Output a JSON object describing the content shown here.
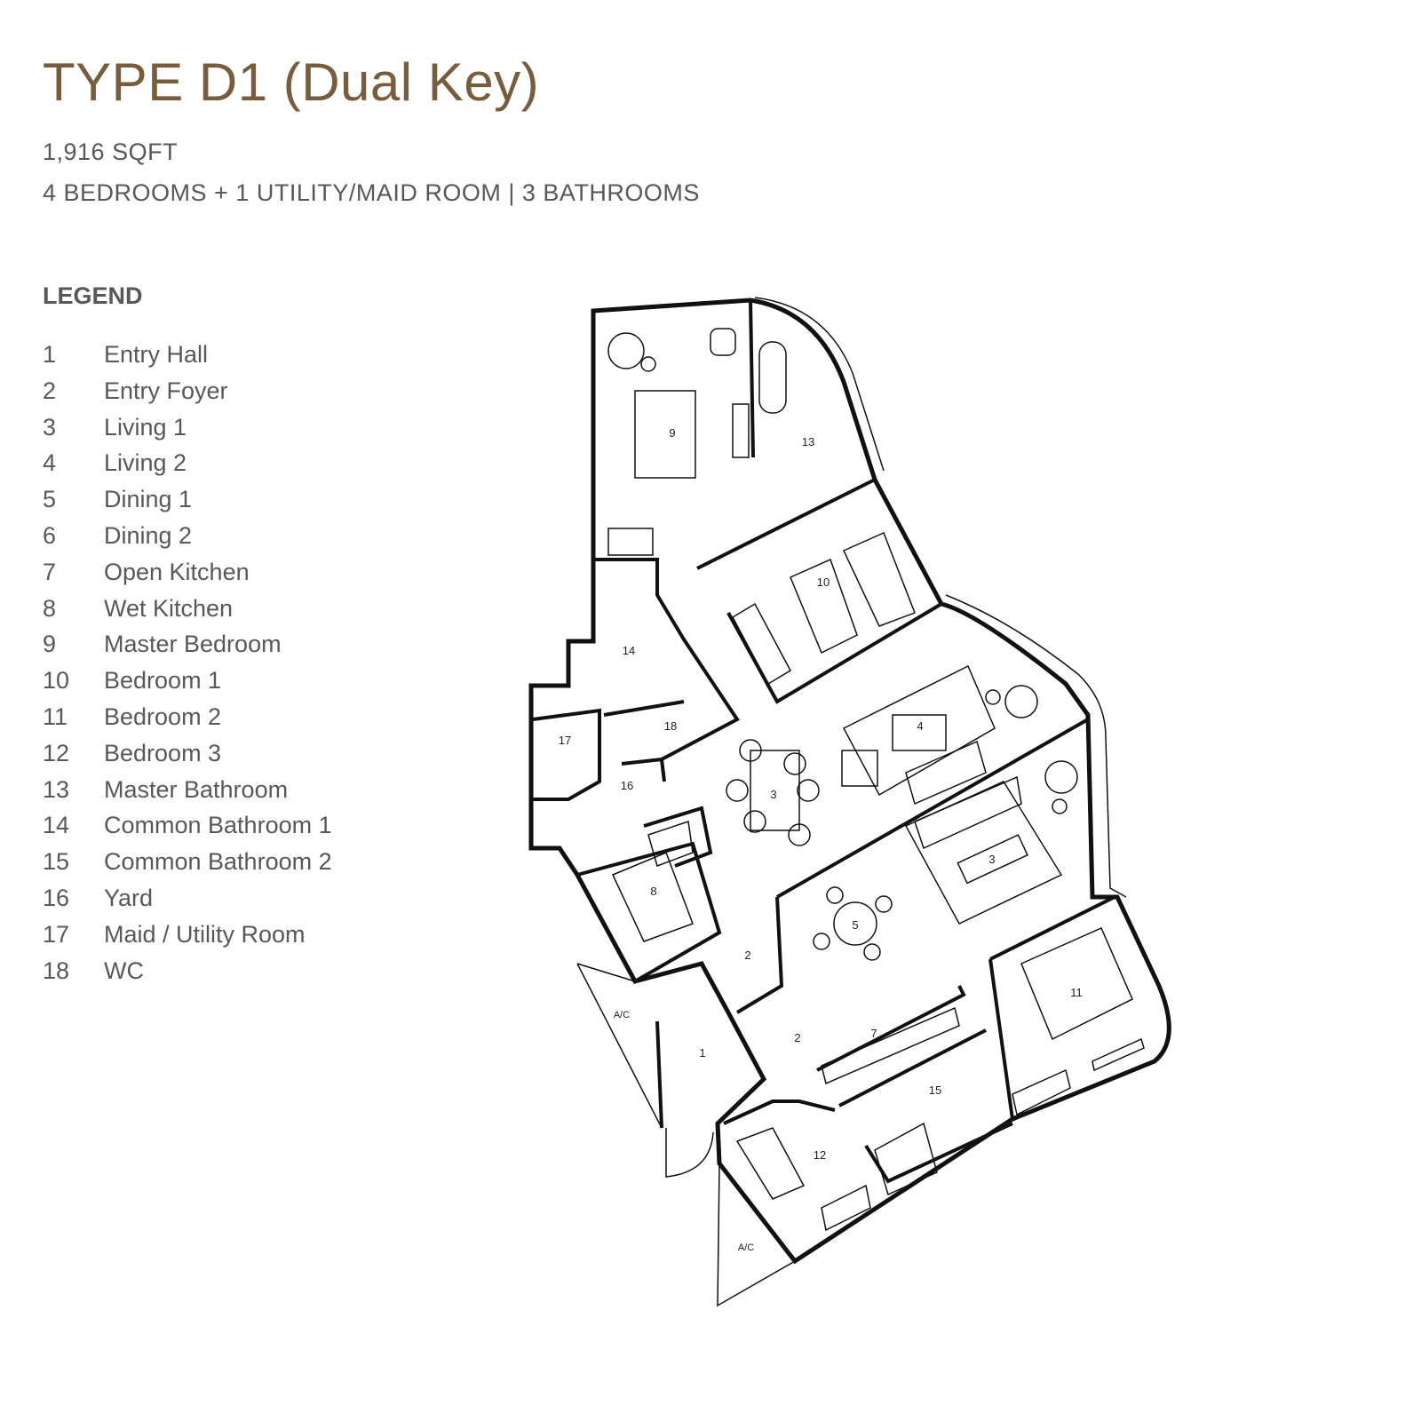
{
  "title": "TYPE D1 (Dual Key)",
  "area": "1,916 SQFT",
  "summary": "4 BEDROOMS + 1 UTILITY/MAID ROOM | 3 BATHROOMS",
  "legend": {
    "heading": "LEGEND",
    "items": [
      {
        "num": "1",
        "label": "Entry Hall"
      },
      {
        "num": "2",
        "label": "Entry Foyer"
      },
      {
        "num": "3",
        "label": "Living 1"
      },
      {
        "num": "4",
        "label": "Living 2"
      },
      {
        "num": "5",
        "label": "Dining 1"
      },
      {
        "num": "6",
        "label": "Dining 2"
      },
      {
        "num": "7",
        "label": "Open Kitchen"
      },
      {
        "num": "8",
        "label": "Wet Kitchen"
      },
      {
        "num": "9",
        "label": "Master Bedroom"
      },
      {
        "num": "10",
        "label": "Bedroom 1"
      },
      {
        "num": "11",
        "label": "Bedroom 2"
      },
      {
        "num": "12",
        "label": "Bedroom 3"
      },
      {
        "num": "13",
        "label": "Master Bathroom"
      },
      {
        "num": "14",
        "label": "Common Bathroom 1"
      },
      {
        "num": "15",
        "label": "Common Bathroom 2"
      },
      {
        "num": "16",
        "label": "Yard"
      },
      {
        "num": "17",
        "label": "Maid / Utility Room"
      },
      {
        "num": "18",
        "label": "WC"
      }
    ]
  },
  "plan_labels": {
    "r9": "9",
    "r13": "13",
    "r10": "10",
    "r14": "14",
    "r18": "18",
    "r17": "17",
    "r16": "16",
    "r4": "4",
    "r3a": "3",
    "r3b": "3",
    "r5": "5",
    "r8": "8",
    "r2a": "2",
    "r2b": "2",
    "r7": "7",
    "r1": "1",
    "r15": "15",
    "r12": "12",
    "r11": "11",
    "ac1": "A/C",
    "ac2": "A/C"
  },
  "colors": {
    "title": "#785c3c",
    "text": "#58585a",
    "lines": "#111111"
  }
}
